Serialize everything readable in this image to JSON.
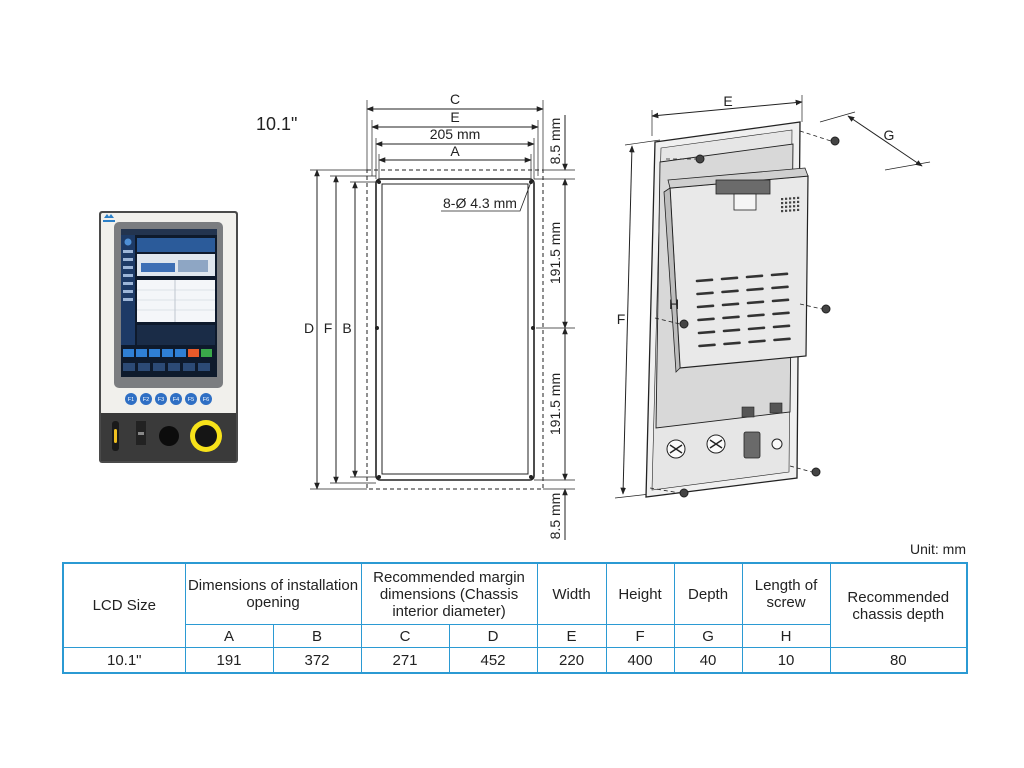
{
  "size_title": "10.1\"",
  "unit_label": "Unit: mm",
  "front_view": {
    "function_keys": [
      "F1",
      "F2",
      "F3",
      "F4",
      "F5",
      "F6"
    ]
  },
  "cutout_drawing": {
    "dim_C": "C",
    "dim_E": "E",
    "dim_205": "205 mm",
    "dim_A": "A",
    "dim_D": "D",
    "dim_F": "F",
    "dim_B": "B",
    "hole_note": "8-Ø 4.3 mm",
    "dim_top_margin": "8.5 mm",
    "dim_upper_half": "191.5 mm",
    "dim_lower_half": "191.5 mm",
    "dim_bottom_margin": "8.5 mm"
  },
  "back_view": {
    "label_E": "E",
    "label_G": "G",
    "label_F": "F",
    "label_H": "H"
  },
  "table": {
    "headers": {
      "lcd_size": "LCD Size",
      "install_opening": "Dimensions of installation opening",
      "margin": "Recommended margin dimensions (Chassis interior diameter)",
      "width": "Width",
      "height": "Height",
      "depth": "Depth",
      "screw": "Length of screw",
      "chassis_depth": "Recommended chassis depth"
    },
    "letters": [
      "A",
      "B",
      "C",
      "D",
      "E",
      "F",
      "G",
      "H"
    ],
    "row": [
      "10.1\"",
      "191",
      "372",
      "271",
      "452",
      "220",
      "400",
      "40",
      "10",
      "80"
    ]
  }
}
